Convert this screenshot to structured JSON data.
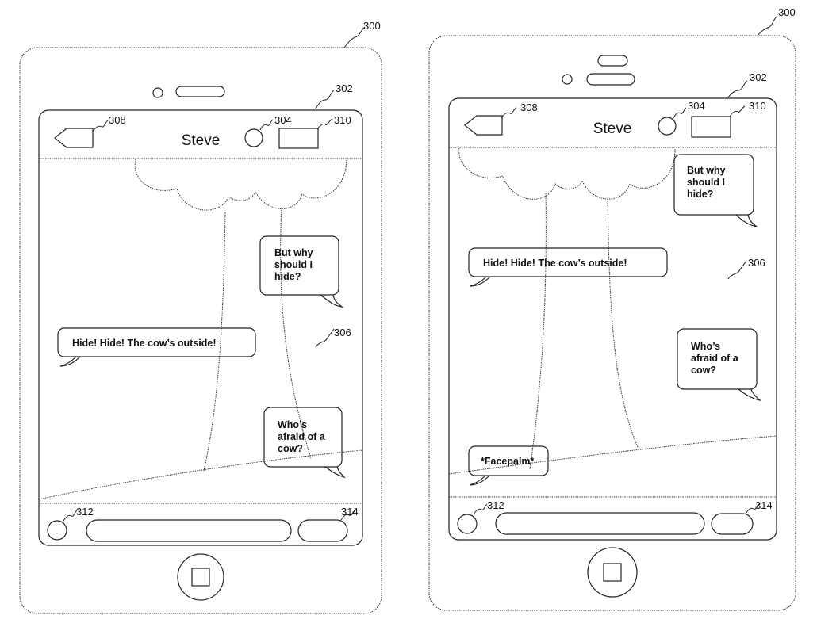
{
  "figure_ref": "300",
  "left_panel": {
    "ref_phone": "300",
    "ref_screen": "302",
    "ref_avatar": "304",
    "ref_background": "306",
    "ref_back": "308",
    "ref_action": "310",
    "ref_camera": "312",
    "ref_send": "314",
    "contact_name": "Steve",
    "messages": [
      {
        "lines": [
          "But why",
          "should I",
          "hide?"
        ]
      },
      {
        "lines": [
          "Hide!  Hide!  The cow’s outside!"
        ]
      },
      {
        "lines": [
          "Who’s",
          "afraid of a",
          "cow?"
        ]
      }
    ]
  },
  "right_panel": {
    "ref_phone": "300",
    "ref_screen": "302",
    "ref_avatar": "304",
    "ref_background": "306",
    "ref_back": "308",
    "ref_action": "310",
    "ref_camera": "312",
    "ref_send": "314",
    "contact_name": "Steve",
    "messages": [
      {
        "lines": [
          "But why",
          "should I",
          "hide?"
        ]
      },
      {
        "lines": [
          "Hide!  Hide!  The cow’s outside!"
        ]
      },
      {
        "lines": [
          "Who’s",
          "afraid of a",
          "cow?"
        ]
      },
      {
        "lines": [
          "*Facepalm*"
        ]
      }
    ]
  }
}
